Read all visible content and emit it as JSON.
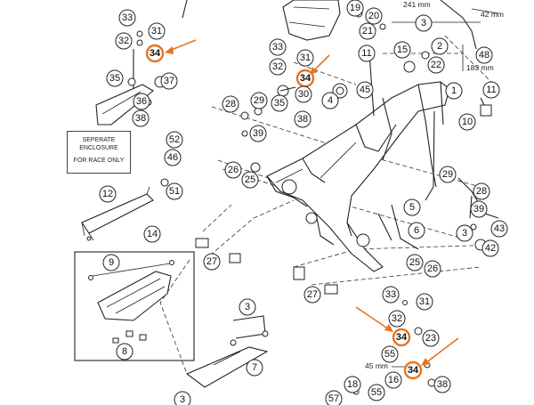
{
  "enclosure": {
    "line1": "SEPERATE",
    "line2": "ENCLOSURE",
    "line3": "FOR RACE ONLY"
  },
  "dimensions": {
    "d241": "241 mm",
    "d42": "42 mm",
    "d183": "183 mm",
    "d45": "45 mm"
  },
  "parts": {
    "p33a": "33",
    "p31a": "31",
    "p32a": "32",
    "p34a": "34",
    "p35a": "35",
    "p37": "37",
    "p36a": "36",
    "p38a": "38",
    "p52": "52",
    "p46": "46",
    "p51": "51",
    "p12": "12",
    "p14": "14",
    "p9": "9",
    "p8": "8",
    "p33b": "33",
    "p31b": "31",
    "p32b": "32",
    "p34b": "34",
    "p30": "30",
    "p35b": "35",
    "p38b": "38",
    "p28a": "28",
    "p29a": "29",
    "p39a": "39",
    "p26a": "26",
    "p25a": "25",
    "p27a": "27",
    "p19": "19",
    "p20": "20",
    "p21": "21",
    "p3a": "3",
    "p15": "15",
    "p2": "2",
    "p22": "22",
    "p48": "48",
    "p11a": "11",
    "p45": "45",
    "p4": "4",
    "p1": "1",
    "p11b": "11",
    "p10": "10",
    "p29b": "29",
    "p28b": "28",
    "p39b": "39",
    "p5": "5",
    "p6": "6",
    "p43": "43",
    "p3b": "3",
    "p42": "42",
    "p25b": "25",
    "p26b": "26",
    "p27b": "27",
    "p33c": "33",
    "p31c": "31",
    "p32c": "32",
    "p34c": "34",
    "p23": "23",
    "p55a": "55",
    "p16": "16",
    "p34d": "34",
    "p38c": "38",
    "p18": "18",
    "p55b": "55",
    "p57": "57",
    "p3c": "3",
    "p7": "7",
    "p3d": "3"
  },
  "highlight_color": "#e8731e"
}
